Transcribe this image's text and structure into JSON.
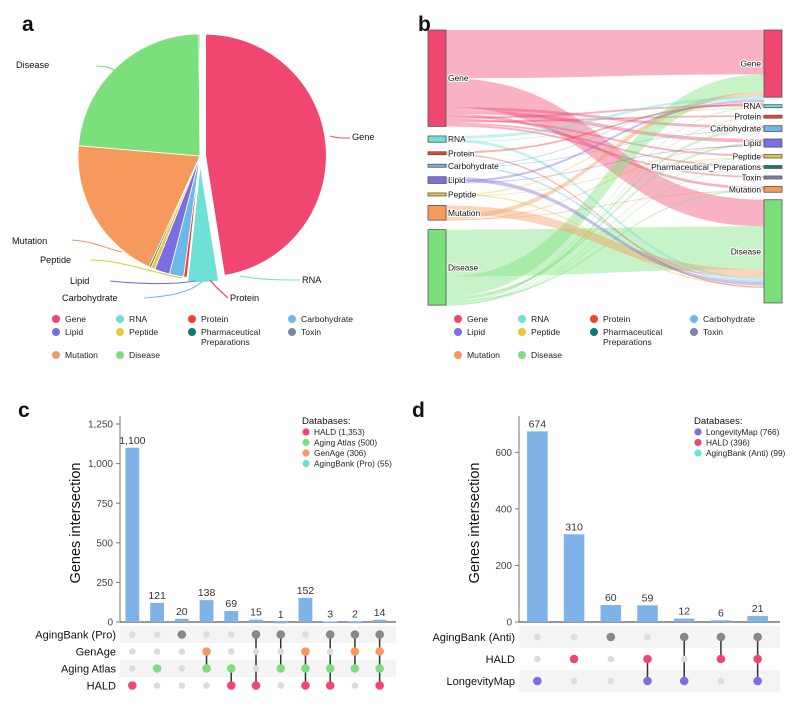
{
  "figure": {
    "panels": [
      {
        "id": "a",
        "label": "a"
      },
      {
        "id": "b",
        "label": "b"
      },
      {
        "id": "c",
        "label": "c"
      },
      {
        "id": "d",
        "label": "d"
      }
    ]
  },
  "palette": {
    "gene": "#EF476F",
    "rna": "#6EE0D6",
    "protein": "#F4402E",
    "carbohydrate": "#6CB8E8",
    "lipid": "#7B6FE0",
    "peptide": "#E8C93C",
    "pharmaceutical_preparations": "#0E7A70",
    "toxin": "#7E86A8",
    "mutation": "#F59A5C",
    "disease": "#7BE07B",
    "bar": "#7FB3E8",
    "grid_band": "#F4F4F4",
    "inactive_dot": "#DCDCDC"
  },
  "category_legend": {
    "columns": [
      [
        {
          "label": "Gene",
          "color_key": "gene"
        },
        {
          "label": "Lipid",
          "color_key": "lipid"
        },
        {
          "label": "Mutation",
          "color_key": "mutation"
        }
      ],
      [
        {
          "label": "RNA",
          "color_key": "rna"
        },
        {
          "label": "Peptide",
          "color_key": "peptide"
        },
        {
          "label": "Disease",
          "color_key": "disease"
        }
      ],
      [
        {
          "label": "Protein",
          "color_key": "protein"
        },
        {
          "label": "Pharmaceutical Preparations",
          "color_key": "pharmaceutical_preparations"
        }
      ],
      [
        {
          "label": "Carbohydrate",
          "color_key": "carbohydrate"
        },
        {
          "label": "Toxin",
          "color_key": "toxin"
        }
      ]
    ]
  },
  "chart_data": [
    {
      "panel": "a",
      "type": "pie",
      "title": "",
      "legend_position": "bottom",
      "categories": [
        "Gene",
        "RNA",
        "Protein",
        "Carbohydrate",
        "Lipid",
        "Peptide",
        "Pharmaceutical Preparations",
        "Mutation",
        "Disease",
        "Toxin"
      ],
      "values": [
        47.5,
        4.2,
        0.45,
        1.9,
        2.0,
        0.55,
        0.25,
        19.5,
        23.5,
        0.15
      ],
      "unit": "percent",
      "slices": [
        {
          "label": "Gene",
          "color_key": "gene",
          "percent": 47.5,
          "leader_label": "Gene"
        },
        {
          "label": "RNA",
          "color_key": "rna",
          "percent": 4.2,
          "leader_label": "RNA"
        },
        {
          "label": "Protein",
          "color_key": "protein",
          "percent": 0.45,
          "leader_label": "Protein"
        },
        {
          "label": "Carbohydrate",
          "color_key": "carbohydrate",
          "percent": 1.9,
          "leader_label": "Carbohydrate"
        },
        {
          "label": "Lipid",
          "color_key": "lipid",
          "percent": 2.0,
          "leader_label": "Lipid"
        },
        {
          "label": "Peptide",
          "color_key": "peptide",
          "percent": 0.55,
          "leader_label": "Peptide"
        },
        {
          "label": "Pharmaceutical Preparations",
          "color_key": "pharmaceutical_preparations",
          "percent": 0.25,
          "leader_label": ""
        },
        {
          "label": "Mutation",
          "color_key": "mutation",
          "percent": 19.5,
          "leader_label": "Mutation"
        },
        {
          "label": "Disease",
          "color_key": "disease",
          "percent": 23.5,
          "leader_label": "Disease"
        },
        {
          "label": "Toxin",
          "color_key": "toxin",
          "percent": 0.15,
          "leader_label": ""
        }
      ],
      "leader_labels": [
        "Disease",
        "Gene",
        "Mutation",
        "Peptide",
        "Lipid",
        "Carbohydrate",
        "Protein",
        "RNA"
      ]
    },
    {
      "panel": "b",
      "type": "sankey",
      "title": "",
      "legend_position": "bottom",
      "source_nodes": [
        {
          "label": "Gene",
          "color_key": "gene",
          "value": 46
        },
        {
          "label": "RNA",
          "color_key": "rna",
          "value": 3
        },
        {
          "label": "Protein",
          "color_key": "protein",
          "value": 0.8
        },
        {
          "label": "Carbohydrate",
          "color_key": "carbohydrate",
          "value": 1.2
        },
        {
          "label": "Lipid",
          "color_key": "lipid",
          "value": 3.2
        },
        {
          "label": "Peptide",
          "color_key": "peptide",
          "value": 0.8
        },
        {
          "label": "Mutation",
          "color_key": "mutation",
          "value": 7
        },
        {
          "label": "Disease",
          "color_key": "disease",
          "value": 36
        }
      ],
      "target_nodes": [
        {
          "label": "Gene",
          "color_key": "gene",
          "value": 28
        },
        {
          "label": "RNA",
          "color_key": "rna",
          "value": 1.2
        },
        {
          "label": "Protein",
          "color_key": "protein",
          "value": 1.2
        },
        {
          "label": "Carbohydrate",
          "color_key": "carbohydrate",
          "value": 2.4
        },
        {
          "label": "Lipid",
          "color_key": "lipid",
          "value": 3.4
        },
        {
          "label": "Peptide",
          "color_key": "peptide",
          "value": 1.4
        },
        {
          "label": "Pharmaceutical_Preparations",
          "color_key": "pharmaceutical_preparations",
          "value": 1.2
        },
        {
          "label": "Toxin",
          "color_key": "toxin",
          "value": 1.0
        },
        {
          "label": "Mutation",
          "color_key": "mutation",
          "value": 2.4
        },
        {
          "label": "Disease",
          "color_key": "disease",
          "value": 43
        }
      ]
    },
    {
      "panel": "c",
      "type": "bar",
      "subtype": "upset",
      "ylabel": "Genes intersection",
      "xlabel": "",
      "ylim": [
        0,
        1250
      ],
      "yticks": [
        0,
        250,
        500,
        750,
        1000,
        1250
      ],
      "ytick_labels": [
        "0",
        "250",
        "500",
        "750",
        "1,000",
        "1,250"
      ],
      "grid": false,
      "sets": [
        "AgingBank (Pro)",
        "GenAge",
        "Aging Atlas",
        "HALD"
      ],
      "set_colors": [
        "agingbank_pro",
        "genage",
        "aging_atlas",
        "hald"
      ],
      "values": [
        1100,
        121,
        20,
        138,
        69,
        15,
        1,
        152,
        3,
        2,
        14
      ],
      "value_labels": [
        "1,100",
        "121",
        "20",
        "138",
        "69",
        "15",
        "1",
        "152",
        "3",
        "2",
        "14"
      ],
      "memberships": [
        [
          0,
          0,
          0,
          1
        ],
        [
          0,
          0,
          1,
          0
        ],
        [
          1,
          0,
          0,
          0
        ],
        [
          0,
          1,
          1,
          0
        ],
        [
          0,
          0,
          1,
          1
        ],
        [
          1,
          0,
          0,
          1
        ],
        [
          1,
          0,
          1,
          0
        ],
        [
          0,
          1,
          1,
          1
        ],
        [
          1,
          0,
          1,
          1
        ],
        [
          1,
          1,
          1,
          0
        ],
        [
          1,
          1,
          1,
          1
        ]
      ],
      "legend_title": "Databases:",
      "legend_entries": [
        {
          "label": "HALD (1,353)",
          "color": "#EF476F"
        },
        {
          "label": "Aging Atlas (500)",
          "color": "#7BE07B"
        },
        {
          "label": "GenAge (306)",
          "color": "#F59A5C"
        },
        {
          "label": "AgingBank (Pro) (55)",
          "color": "#6EE0D6"
        }
      ]
    },
    {
      "panel": "d",
      "type": "bar",
      "subtype": "upset",
      "ylabel": "Genes intersection",
      "xlabel": "",
      "ylim": [
        0,
        700
      ],
      "yticks": [
        0,
        200,
        400,
        600
      ],
      "ytick_labels": [
        "0",
        "200",
        "400",
        "600"
      ],
      "grid": false,
      "sets": [
        "AgingBank (Anti)",
        "HALD",
        "LongevityMap"
      ],
      "values": [
        674,
        310,
        60,
        59,
        12,
        6,
        21
      ],
      "value_labels": [
        "674",
        "310",
        "60",
        "59",
        "12",
        "6",
        "21"
      ],
      "memberships": [
        [
          0,
          0,
          1
        ],
        [
          0,
          1,
          0
        ],
        [
          1,
          0,
          0
        ],
        [
          0,
          1,
          1
        ],
        [
          1,
          0,
          1
        ],
        [
          1,
          1,
          0
        ],
        [
          1,
          1,
          1
        ]
      ],
      "legend_title": "Databases:",
      "legend_entries": [
        {
          "label": "LongevityMap (766)",
          "color": "#7B6FE0"
        },
        {
          "label": "HALD (396)",
          "color": "#EF476F"
        },
        {
          "label": "AgingBank (Anti) (99)",
          "color": "#6EE0D6"
        }
      ]
    }
  ]
}
